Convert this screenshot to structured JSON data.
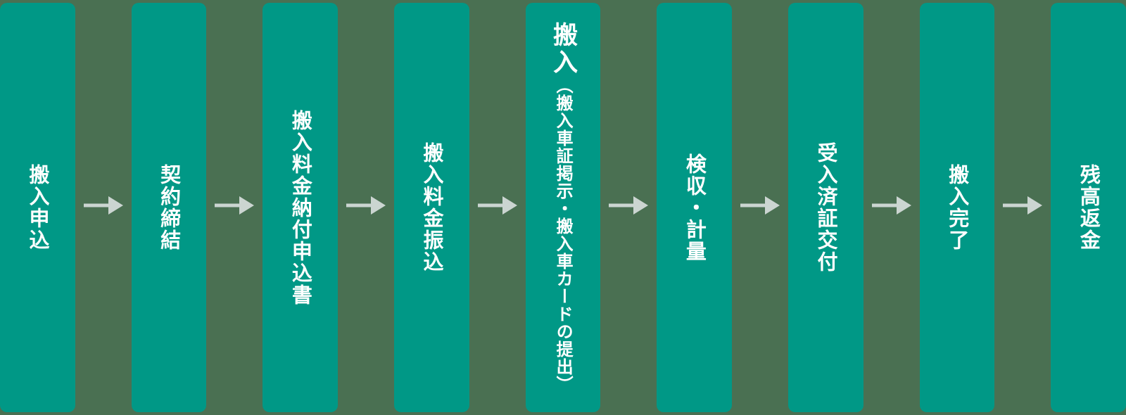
{
  "diagram": {
    "type": "process-flow",
    "steps": [
      {
        "label": "搬入申込"
      },
      {
        "label": "契約締結"
      },
      {
        "label": "搬入料金納付申込書"
      },
      {
        "label": "搬入料金振込"
      },
      {
        "label": "搬入",
        "sublabel": "（搬入車証掲示・搬入車カードの提出）"
      },
      {
        "label": "検収・計量"
      },
      {
        "label": "受入済証交付"
      },
      {
        "label": "搬入完了"
      },
      {
        "label": "残高返金"
      }
    ],
    "arrow_icon": "arrow-right-icon",
    "colors": {
      "background": "#4a7052",
      "bar": "#009886",
      "arrow": "#cbd5d1",
      "text": "#ffffff"
    }
  }
}
